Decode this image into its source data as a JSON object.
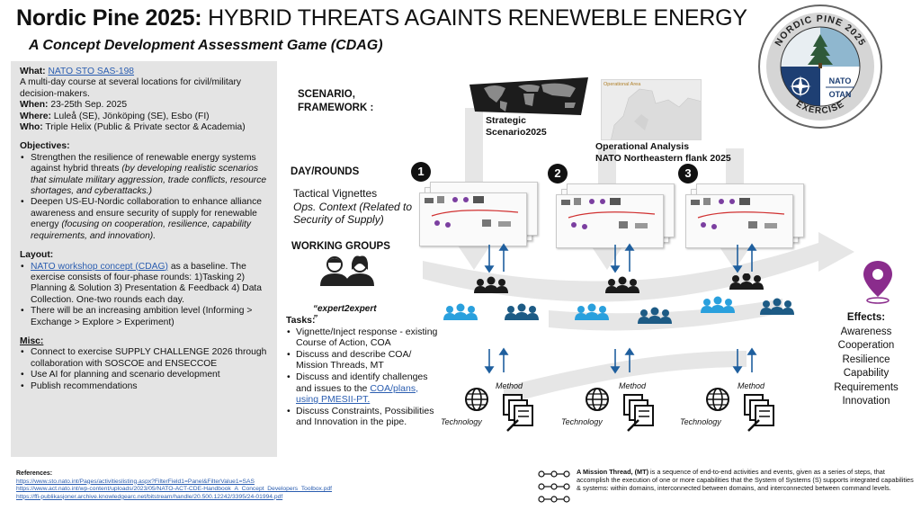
{
  "header": {
    "title_bold": "Nordic Pine 2025:",
    "title_rest": " HYBRID THREATS AGAINTS RENEWEBLE ENERGY",
    "subtitle": "A Concept Development Assessment Game (CDAG)"
  },
  "logo": {
    "ring_top": "NORDIC PINE 2025",
    "ring_bottom": "EXERCISE",
    "nato_top": "NATO",
    "nato_bottom": "OTAN"
  },
  "info": {
    "what_label": "What:",
    "what_link": "NATO STO SAS-198",
    "what_desc": "A multi-day course at several locations for civil/military decision-makers.",
    "when_label": "When:",
    "when_value": "23-25th Sep. 2025",
    "where_label": "Where:",
    "where_value": "Luleå (SE), Jönköping (SE), Esbo (FI)",
    "who_label": "Who:",
    "who_value": "Triple Helix (Public & Private sector & Academia)",
    "objectives_heading": "Objectives:",
    "objective1_main": "Strengthen the resilience of renewable energy systems against hybrid threats ",
    "objective1_italic": "(by developing realistic scenarios that simulate military aggression, trade conflicts, resource shortages, and cyberattacks.)",
    "objective2_main": "Deepen US-EU-Nordic collaboration to enhance alliance awareness and ensure security of supply for renewable energy ",
    "objective2_italic": "(focusing on cooperation, resilience, capability requirements, and innovation).",
    "layout_heading": "Layout:",
    "layout1_link": "NATO workshop concept (CDAG)",
    "layout1_rest": " as a baseline. The exercise consists of four-phase rounds: 1)Tasking 2) Planning & Solution 3) Presentation & Feedback 4) Data Collection. One-two rounds each day.",
    "layout2": "There will be an increasing ambition level (Informing > Exchange > Explore > Experiment)",
    "misc_heading": "Misc:",
    "misc1": "Connect to exercise SUPPLY CHALLENGE 2026 through collaboration with SOSCOE and ENSECCOE",
    "misc2": "Use AI for planning and scenario development",
    "misc3": "Publish recommendations"
  },
  "references": {
    "heading": "References:",
    "links": [
      "https://www.sto.nato.int/Pages/activitieslisting.aspx?FilterField1=Panel&FilterValue1=SAS",
      "https://www.act.nato.int/wp-content/uploads/2023/05/NATO-ACT-CDE-Handbook_A_Concept_Developers_Toolbox.pdf",
      "https://ffi-publikasjoner.archive.knowledgearc.net/bitstream/handle/20.500.12242/3395/24-01994.pdf"
    ]
  },
  "diagram": {
    "scenario_label": "SCENARIO,\nFRAMEWORK :",
    "strategic_label": "Strategic\nScenario2025",
    "operational_label": "Operational Analysis\nNATO Northeastern flank 2025",
    "map_caption": "Operational Area",
    "dayrounds_label": "DAY/ROUNDS",
    "tactical_label": "Tactical Vignettes",
    "ops_context": "Ops. Context  (Related to Security of Supply)",
    "round_numbers": [
      "1",
      "2",
      "3"
    ],
    "working_groups_label": "WORKING GROUPS",
    "expert_label": "“expert2expert\n”",
    "tasks_heading": "Tasks:",
    "tasks": [
      "Vignette/Inject response - existing Course of Action, COA",
      "Discuss and describe COA/ Mission Threads, MT",
      "Discuss and identify challenges and issues to the ",
      "Discuss Constraints, Possibilities and Innovation in the pipe."
    ],
    "task3_link": "COA/plans, using PMESII-PT.",
    "method_label": "Method",
    "technology_label": "Technology"
  },
  "effects": {
    "heading": "Effects:",
    "items": [
      "Awareness",
      "Cooperation",
      "Resilience",
      "Capability",
      "Requirements",
      "Innovation"
    ]
  },
  "mission_thread": {
    "bold": "A Mission Thread, (MT)",
    "text": " is a sequence of end-to-end activities and events, given as a series of steps, that accomplish the execution of one or more capabilities that the System of Systems (S) supports integrated capabilities & systems: within domains, interconnected between domains, and interconnected between command levels."
  },
  "colors": {
    "panel": "#e4e4e4",
    "link": "#2a5db0",
    "arrow_blue": "#1f5f9e",
    "people_light": "#2aa0dd",
    "people_dark": "#1d5b85",
    "pin": "#8a2c8c",
    "flow": "#e6e6e6"
  }
}
